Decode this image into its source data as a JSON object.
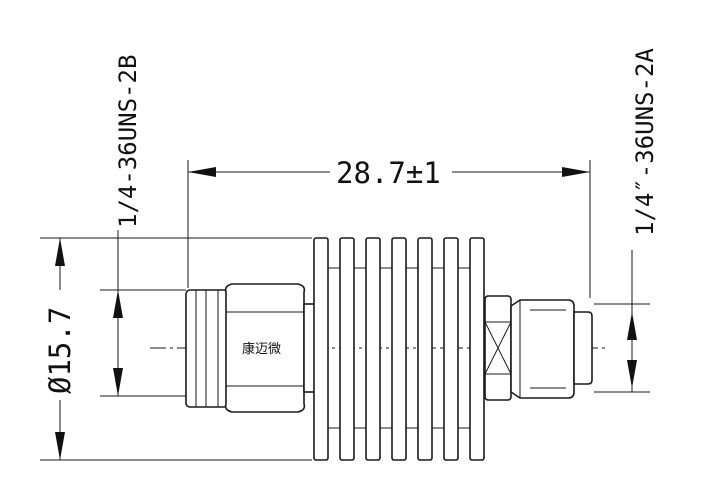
{
  "drawing": {
    "length_dimension": "28.7±1",
    "diameter_dimension": "Ø15.7",
    "left_thread": "1/4-36UNS-2B",
    "right_thread": "1/4″-36UNS-2A",
    "brand_label": "康迈微"
  }
}
